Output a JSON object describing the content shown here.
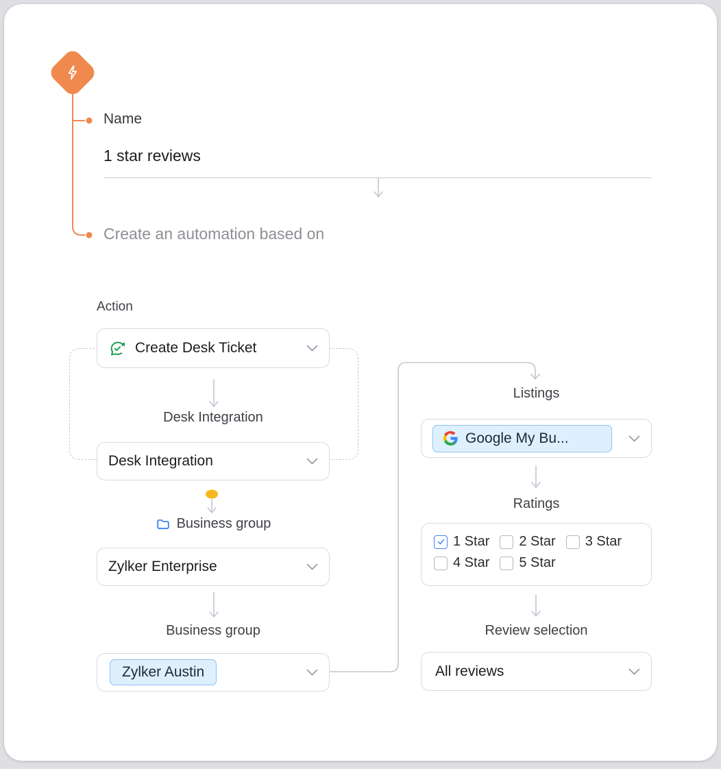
{
  "window": {
    "background": "#dfdfe3",
    "card_background": "#ffffff"
  },
  "trigger": {
    "icon": "lightning-icon",
    "name_label": "Name",
    "name_value": "1 star reviews",
    "based_on_label": "Create an automation based on"
  },
  "action_flow": {
    "section_label": "Action",
    "action_dropdown": {
      "value": "Create Desk Ticket",
      "icon": "desk-ticket-icon"
    },
    "integration_caption": "Desk Integration",
    "integration_dropdown": {
      "value": "Desk Integration"
    },
    "business_group_caption_1": "Business group",
    "business_group_caption_icon": "folder-icon",
    "enterprise_dropdown": {
      "value": "Zylker Enterprise"
    },
    "business_group_caption_2": "Business group",
    "location_dropdown": {
      "value": "Zylker Austin",
      "highlighted": true
    }
  },
  "listing_flow": {
    "listings_caption": "Listings",
    "listings_dropdown": {
      "value": "Google My Bu...",
      "icon": "google-logo",
      "highlighted": true
    },
    "ratings_caption": "Ratings",
    "ratings_options": [
      {
        "label": "1 Star",
        "checked": true
      },
      {
        "label": "2 Star",
        "checked": false
      },
      {
        "label": "3 Star",
        "checked": false
      },
      {
        "label": "4 Star",
        "checked": false
      },
      {
        "label": "5 Star",
        "checked": false
      }
    ],
    "review_caption": "Review selection",
    "review_dropdown": {
      "value": "All reviews"
    }
  },
  "colors": {
    "accent_orange": "#F0894E",
    "pin_amber": "#F5B91E",
    "desk_green": "#1A9A4E",
    "folder_blue": "#3B82F6",
    "checkbox_blue": "#4285F4",
    "chip_background": "#DEF0FD",
    "chip_border": "#8FC2F0",
    "connector_gray": "#C5C5D1",
    "dropdown_border": "#D9D9E4"
  }
}
